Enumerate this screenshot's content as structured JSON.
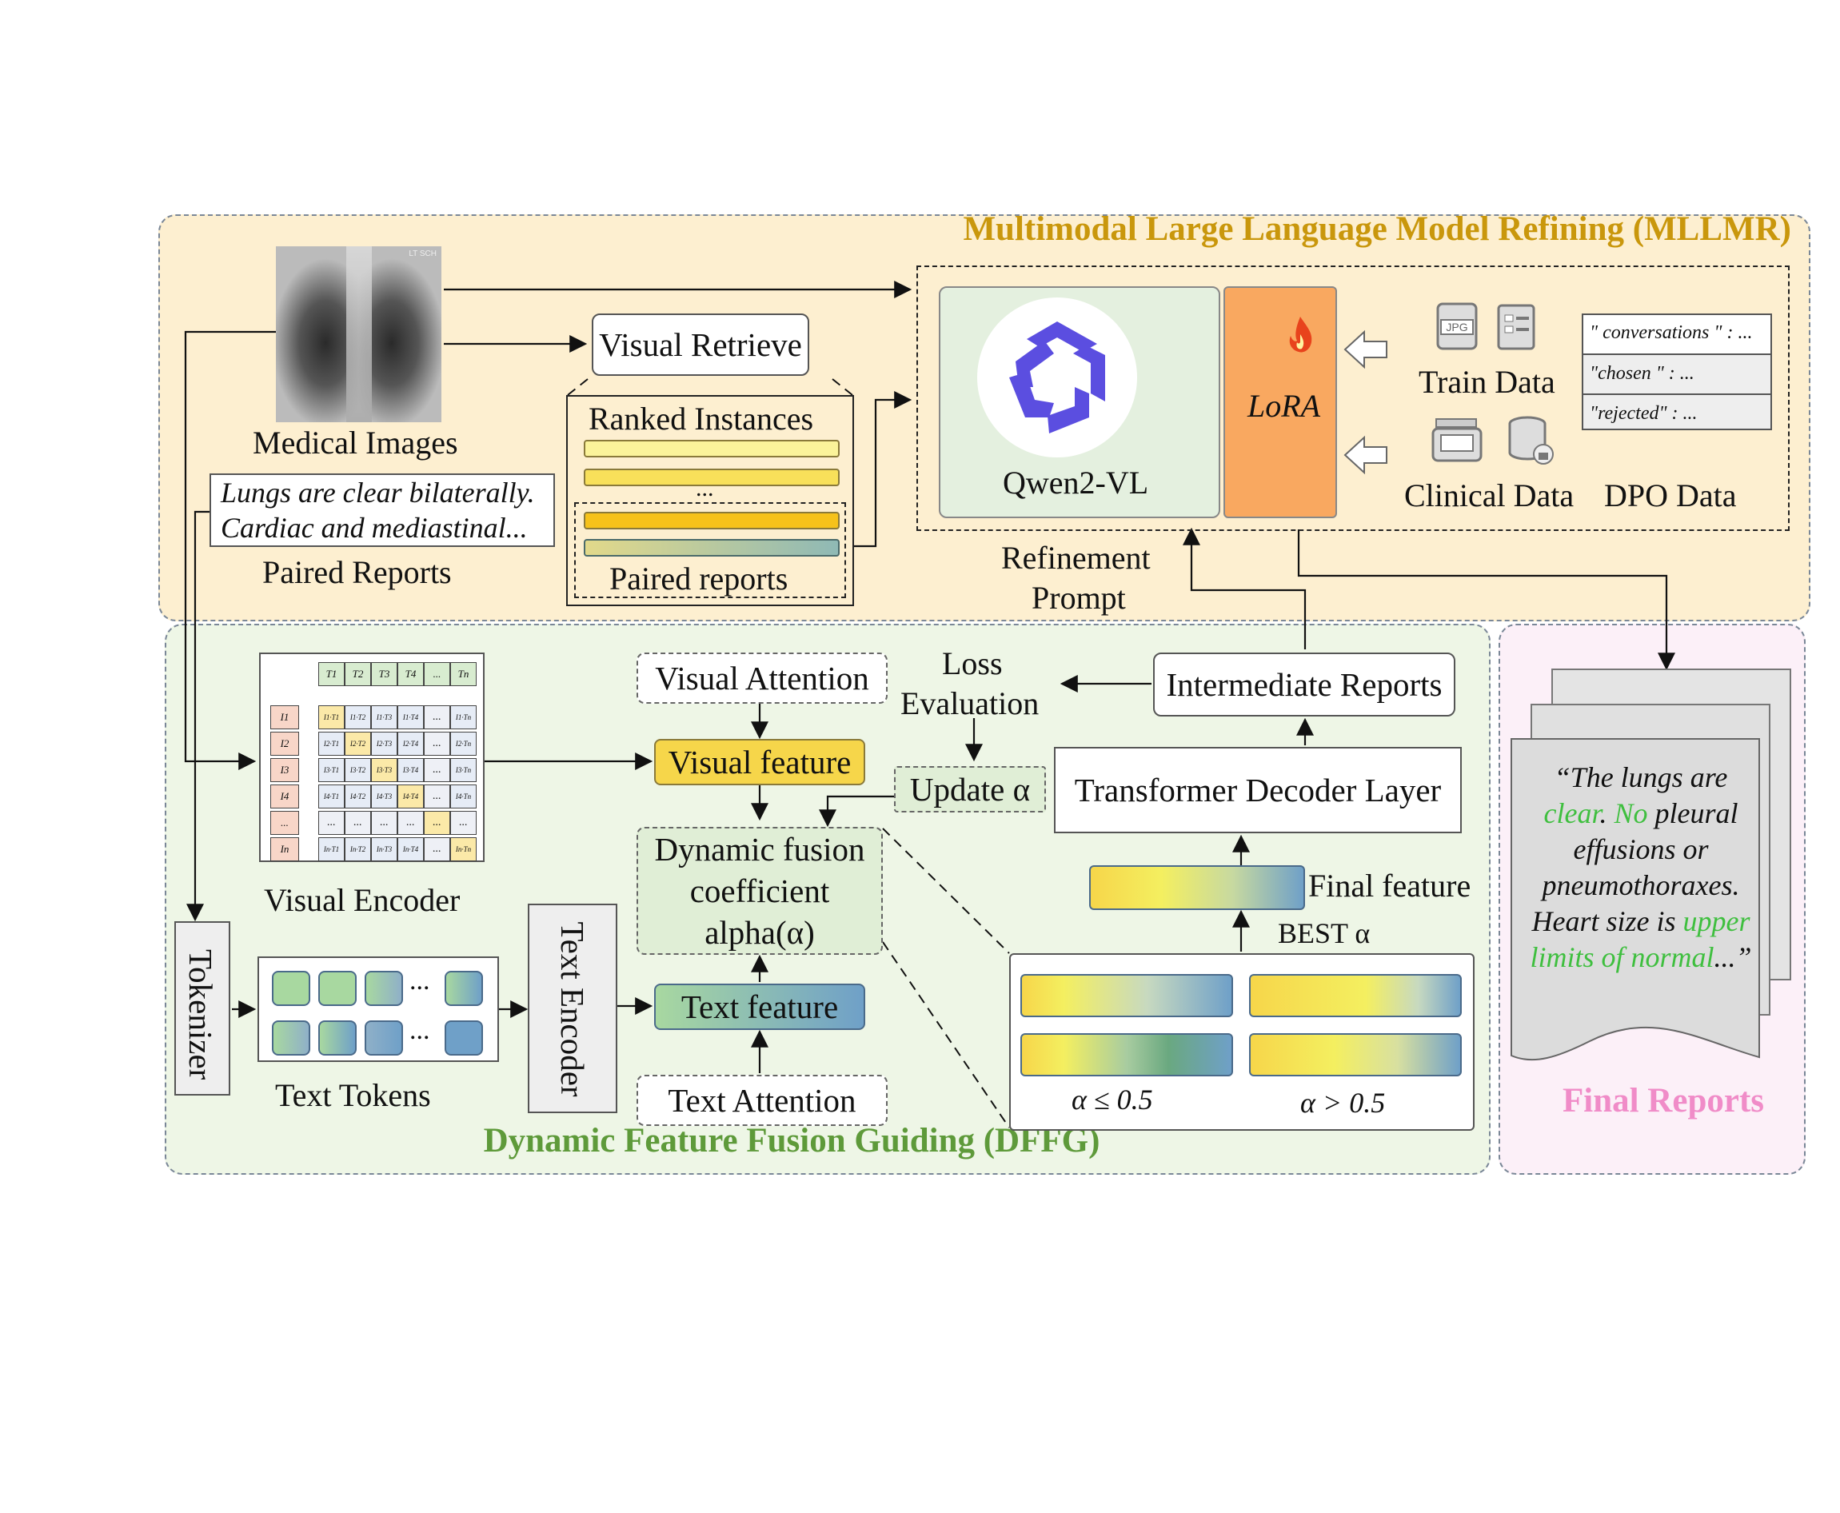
{
  "mllmr": {
    "title": "Multimodal Large Language Model Refining (MLLMR)",
    "medical_images": "Medical Images",
    "xray_tag": "LT SCH",
    "report_line1": "Lungs are clear bilaterally.",
    "report_line2": "Cardiac and mediastinal...",
    "paired_reports": "Paired Reports",
    "visual_retrieve": "Visual Retrieve",
    "ranked_instances": "Ranked Instances",
    "ellipsis": "...",
    "paired_reports_inner": "Paired reports",
    "refinement_prompt_1": "Refinement",
    "refinement_prompt_2": "Prompt",
    "qwen": "Qwen2-VL",
    "lora": "LoRA",
    "train_data": "Train Data",
    "clinical_data": "Clinical Data",
    "dpo_data": "DPO Data",
    "jpg_label": "JPG",
    "dpo_rows": [
      "\" conversations \" : ...",
      "\"chosen \" : ...",
      "\"rejected\" : ..."
    ]
  },
  "dffg": {
    "title": "Dynamic Feature Fusion Guiding  (DFFG)",
    "visual_encoder": "Visual Encoder",
    "tokenizer": "Tokenizer",
    "text_tokens": "Text Tokens",
    "text_encoder": "Text Encoder",
    "visual_attention": "Visual Attention",
    "visual_feature": "Visual feature",
    "dynamic_fusion_1": "Dynamic fusion",
    "dynamic_fusion_2": "coefficient",
    "dynamic_fusion_3": "alpha(α)",
    "text_feature": "Text feature",
    "text_attention": "Text Attention",
    "loss_1": "Loss",
    "loss_2": "Evaluation",
    "update_alpha": "Update α",
    "intermediate_reports": "Intermediate Reports",
    "transformer_decoder": "Transformer Decoder Layer",
    "final_feature": "Final feature",
    "best_alpha": "BEST  α",
    "alpha_le": "α  ≤ 0.5",
    "alpha_gt": "α  >  0.5",
    "matrix_cols": [
      "T1",
      "T2",
      "T3",
      "T4",
      "...",
      "Tn"
    ],
    "matrix_rows": [
      "I1",
      "I2",
      "I3",
      "I4",
      "...",
      "In"
    ]
  },
  "final": {
    "title": "Final Reports",
    "text_parts": [
      "“The lungs are",
      "clear",
      ". ",
      "No",
      " pleural",
      "effusions or",
      "pneumothoraxes.",
      "Heart size is ",
      "upper",
      "limits of normal",
      "...”"
    ]
  },
  "colors": {
    "mllmr_bg": "#fdefd0",
    "dffg_bg": "#eef6e6",
    "final_bg": "#fcf0f8",
    "qwen_box": "#e4f0df",
    "lora_box": "#f9a860",
    "visual_feature": "#f6d64a",
    "text_feature": "#8fc1a3"
  }
}
